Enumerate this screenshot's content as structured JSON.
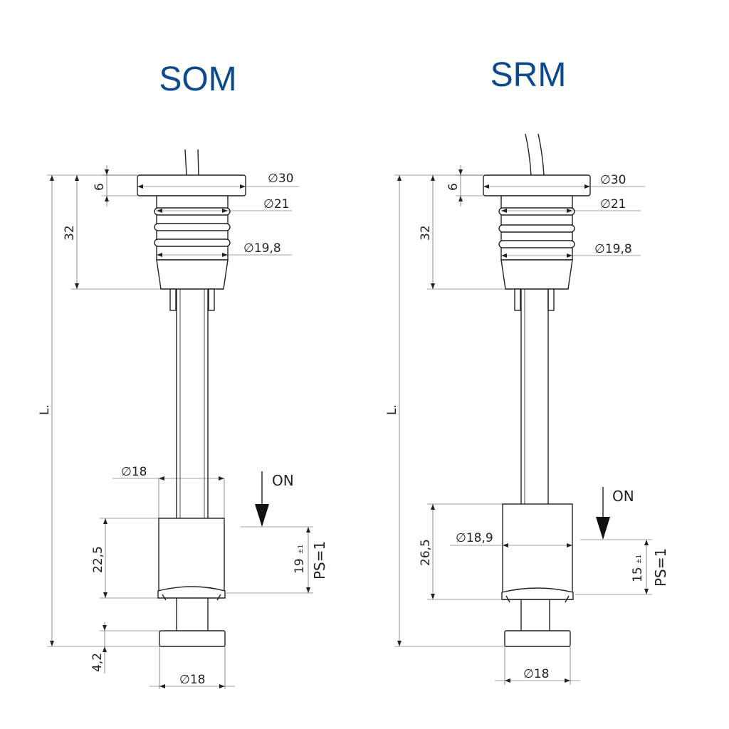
{
  "models": [
    {
      "title": "SOM",
      "head_dia": "30",
      "thread_dia": "21",
      "thread_inner_dia": "19,8",
      "head_height": "6",
      "head_length": "32",
      "length_label": "L.",
      "float_upper_dia": "18",
      "float_height": "22,5",
      "switch_offset": "19",
      "tolerance": "±1",
      "ps_label": "PS=1",
      "on_label": "ON",
      "stop_height": "4,2",
      "stop_dia": "18"
    },
    {
      "title": "SRM",
      "head_dia": "30",
      "thread_dia": "21",
      "thread_inner_dia": "19,8",
      "head_height": "6",
      "head_length": "32",
      "length_label": "L.",
      "float_dia": "18,9",
      "float_height": "26,5",
      "switch_offset": "15",
      "tolerance": "±1",
      "ps_label": "PS=1",
      "on_label": "ON",
      "stop_dia": "18"
    }
  ],
  "symbols": {
    "diameter": "∅"
  }
}
